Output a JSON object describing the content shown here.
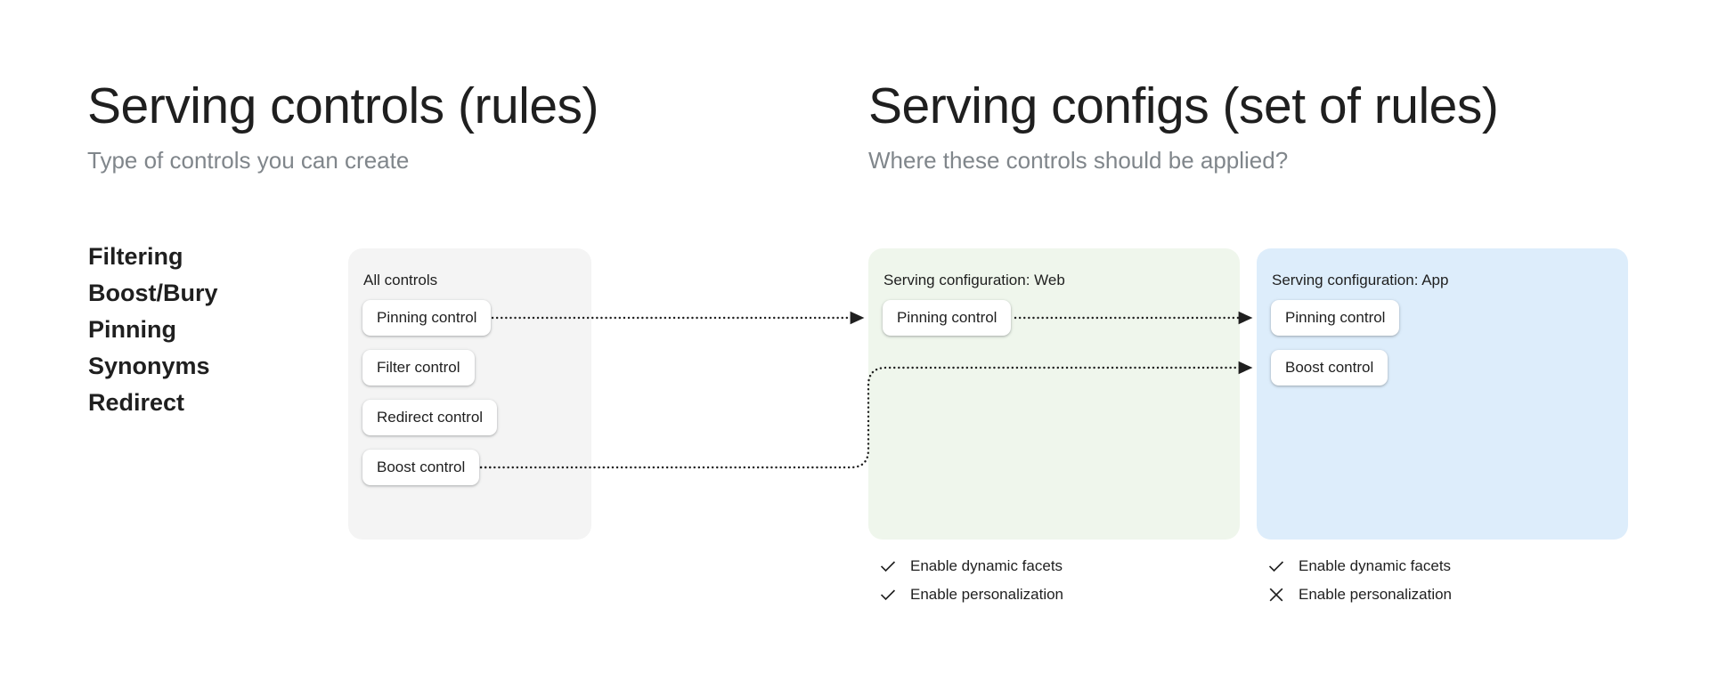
{
  "columns": {
    "left": {
      "title": "Serving controls (rules)",
      "subtitle": "Type of controls you can create"
    },
    "right": {
      "title": "Serving configs (set of rules)",
      "subtitle": "Where these controls should be applied?"
    }
  },
  "control_types": [
    {
      "label": "Filtering"
    },
    {
      "label": "Boost/Bury"
    },
    {
      "label": "Pinning"
    },
    {
      "label": "Synonyms"
    },
    {
      "label": "Redirect"
    }
  ],
  "panels": {
    "all_controls": {
      "label": "All controls",
      "color": "#f4f4f4",
      "chips": [
        {
          "label": "Pinning control"
        },
        {
          "label": "Filter control"
        },
        {
          "label": "Redirect control"
        },
        {
          "label": "Boost control"
        }
      ]
    },
    "serving_config_web": {
      "label": "Serving configuration: Web",
      "color": "#eff6ec",
      "chips": [
        {
          "label": "Pinning control"
        }
      ],
      "options": [
        {
          "label": "Enable dynamic facets",
          "state": "check"
        },
        {
          "label": "Enable personalization",
          "state": "check"
        }
      ]
    },
    "serving_config_app": {
      "label": "Serving configuration: App",
      "color": "#ddedfb",
      "chips": [
        {
          "label": "Pinning control"
        },
        {
          "label": "Boost control"
        }
      ],
      "options": [
        {
          "label": "Enable dynamic facets",
          "state": "check"
        },
        {
          "label": "Enable personalization",
          "state": "cross"
        }
      ]
    }
  },
  "connectors": [
    {
      "from": "all-controls.pinning-control",
      "to": "serving-config-web.pinning-control"
    },
    {
      "from": "serving-config-web.pinning-control",
      "to": "serving-config-app.pinning-control"
    },
    {
      "from": "all-controls.boost-control",
      "to": "serving-config-app.boost-control"
    }
  ]
}
